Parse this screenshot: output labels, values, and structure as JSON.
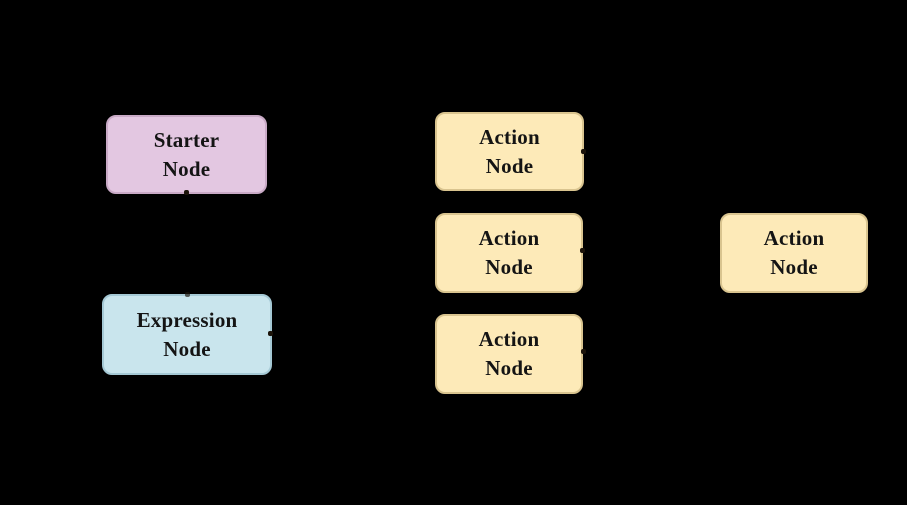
{
  "canvas": {
    "background": "#000000",
    "text_color": "#141414"
  },
  "diagram": {
    "nodes": [
      {
        "id": "starter-node",
        "label": "Starter\nNode",
        "fill": "#e3c7e1",
        "border": "#c9aac6"
      },
      {
        "id": "expression-node",
        "label": "Expression\nNode",
        "fill": "#c9e5ed",
        "border": "#a5c9d5"
      },
      {
        "id": "action-node-1",
        "label": "Action\nNode",
        "fill": "#fdeab8",
        "border": "#d9c48f"
      },
      {
        "id": "action-node-2",
        "label": "Action\nNode",
        "fill": "#fdeab8",
        "border": "#d9c48f"
      },
      {
        "id": "action-node-3",
        "label": "Action\nNode",
        "fill": "#fdeab8",
        "border": "#d9c48f"
      },
      {
        "id": "action-node-right",
        "label": "Action\nNode",
        "fill": "#fdeab8",
        "border": "#d9c48f"
      }
    ]
  }
}
